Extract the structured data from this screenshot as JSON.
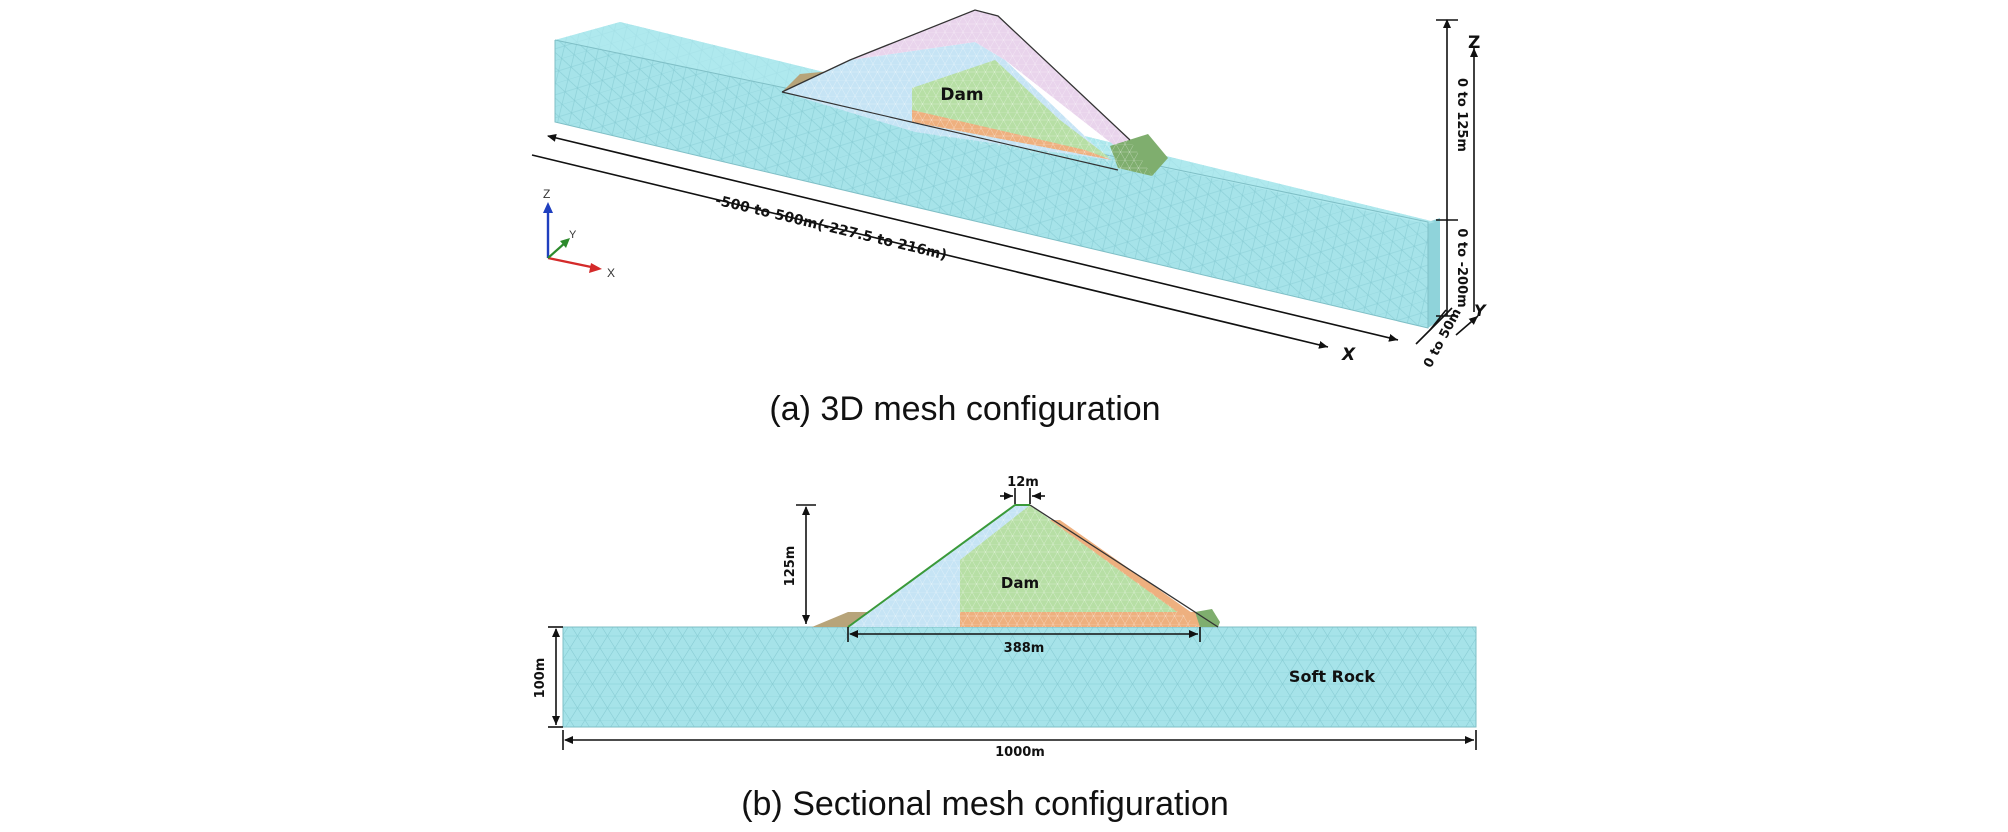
{
  "panel_a": {
    "caption": "(a) 3D mesh configuration",
    "dam_label": "Dam",
    "x_range_label": "-500 to 500m(-227.5 to 216m)",
    "z_up_label": "0 to 125m",
    "z_down_label": "0 to -200m",
    "y_label": "0 to 50m",
    "axis_x": "X",
    "axis_y": "Y",
    "axis_z": "Z",
    "triad_x": "X",
    "triad_y": "Y",
    "triad_z": "Z"
  },
  "panel_b": {
    "caption": "(b) Sectional mesh configuration",
    "dam_label": "Dam",
    "crest_width": "12m",
    "dam_height": "125m",
    "dam_base": "388m",
    "foundation_depth": "100m",
    "foundation_width": "1000m",
    "foundation_label": "Soft Rock"
  },
  "colors": {
    "foundation": "#a6e3e9",
    "foundation_side": "#8fd3da",
    "core": "#c6e4f5",
    "shell": "#b7dfa5",
    "filter": "#eeb07f",
    "facing": "#e9d4ec",
    "toe_left": "#b7a47a",
    "toe_right": "#7fae6e",
    "mesh_line": "#7cc4cc"
  }
}
